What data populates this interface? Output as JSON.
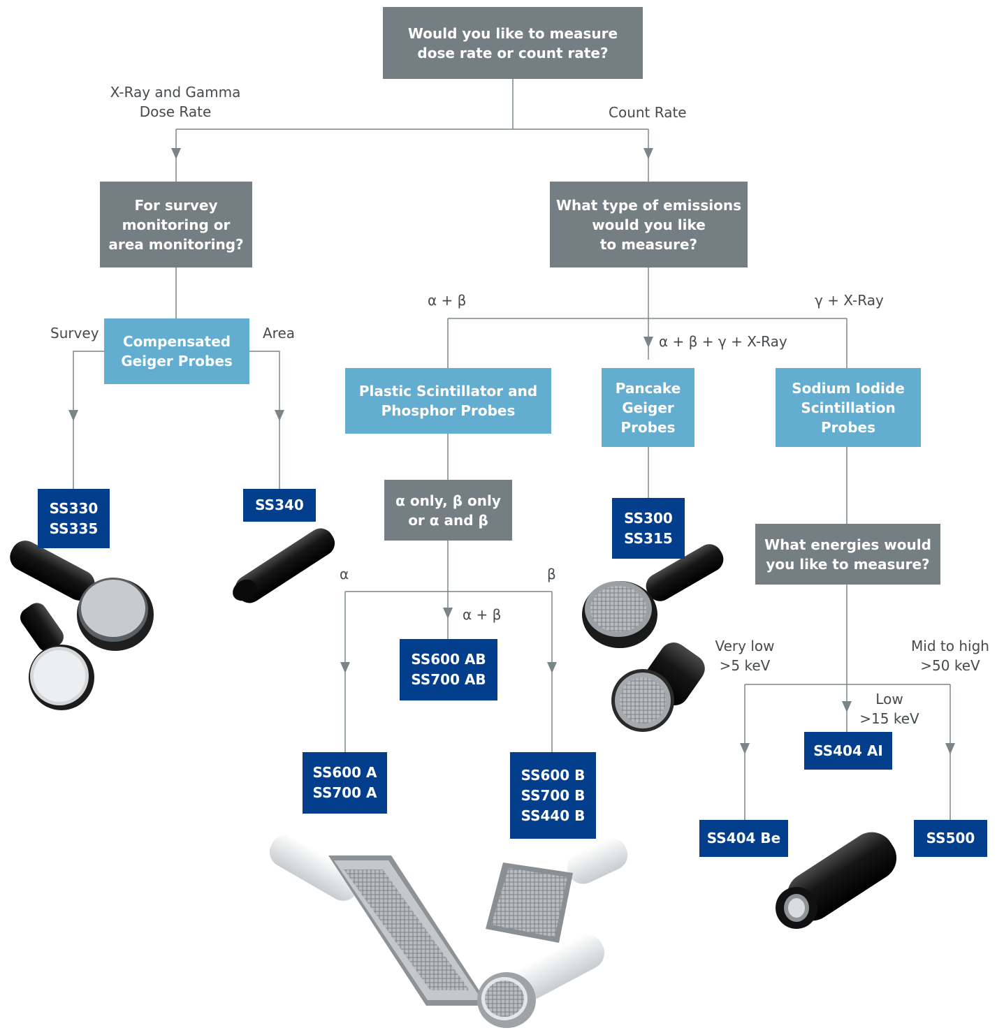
{
  "colors": {
    "question_box": "#747e83",
    "category_box": "#63aed0",
    "product_box": "#033e8c",
    "connector": "#7a858a",
    "label_text": "#444a4d"
  },
  "questions": {
    "root": "Would you like to measure\ndose rate or count rate?",
    "survey_area": "For survey\nmonitoring or\narea monitoring?",
    "emissions": "What type of emissions\nwould you like\nto measure?",
    "alpha_beta": "α only, β only\nor α and β",
    "energies": "What energies would\nyou like to measure?"
  },
  "categories": {
    "compensated_geiger": "Compensated\nGeiger Probes",
    "plastic_scintillator": "Plastic Scintillator and\nPhosphor Probes",
    "pancake_geiger": "Pancake\nGeiger\nProbes",
    "sodium_iodide": "Sodium Iodide\nScintillation\nProbes"
  },
  "products": {
    "ss330_ss335": "SS330\nSS335",
    "ss340": "SS340",
    "ss600ab_ss700ab": "SS600 AB\nSS700 AB",
    "ss600a_ss700a": "SS600 A\nSS700 A",
    "ss600b_ss700b_ss440b": "SS600 B\nSS700 B\nSS440 B",
    "ss300_ss315": "SS300\nSS315",
    "ss404ai": "SS404 AI",
    "ss404be": "SS404 Be",
    "ss500": "SS500"
  },
  "labels": {
    "dose_rate": "X-Ray and Gamma\nDose Rate",
    "count_rate": "Count Rate",
    "survey": "Survey",
    "area": "Area",
    "alpha_plus_beta": "α + β",
    "gamma_xray": "γ + X-Ray",
    "all_emissions": "α + β + γ + X-Ray",
    "alpha": "α",
    "beta": "β",
    "alpha_beta_branch": "α + β",
    "very_low": "Very low\n>5 keV",
    "low": "Low\n>15 keV",
    "mid_high": "Mid to high\n>50 keV"
  }
}
